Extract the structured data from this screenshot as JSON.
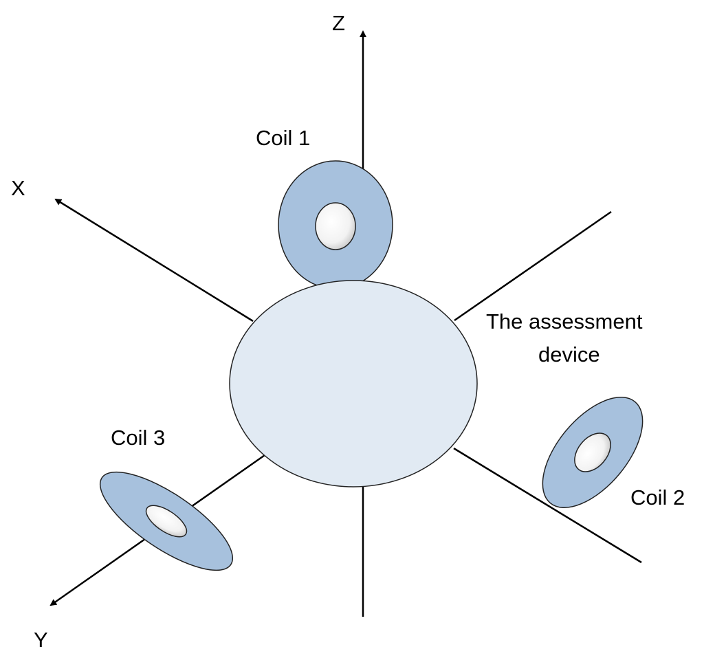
{
  "axes": {
    "x_label": "X",
    "y_label": "Y",
    "z_label": "Z"
  },
  "device": {
    "label_line1": "The assessment",
    "label_line2": "device"
  },
  "coils": [
    {
      "label": "Coil 1"
    },
    {
      "label": "Coil 2"
    },
    {
      "label": "Coil 3"
    }
  ],
  "colors": {
    "coil_fill": "#a7c1dd",
    "device_fill": "#e1eaf3",
    "outline": "#222222",
    "axis": "#000000"
  }
}
